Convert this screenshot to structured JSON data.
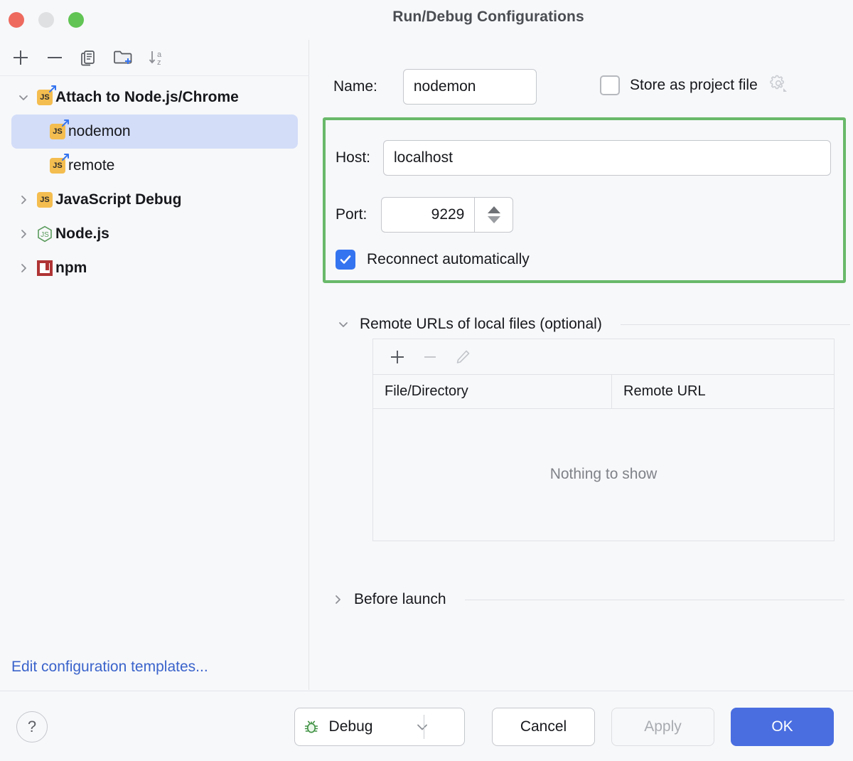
{
  "window": {
    "title": "Run/Debug Configurations",
    "traffic_lights": [
      "close-red",
      "minimize-yellow",
      "zoom-green"
    ]
  },
  "sidebar": {
    "toolbar": [
      {
        "name": "add-configuration-button",
        "icon": "plus-icon"
      },
      {
        "name": "remove-configuration-button",
        "icon": "minus-icon"
      },
      {
        "name": "copy-configuration-button",
        "icon": "copy-icon"
      },
      {
        "name": "new-folder-button",
        "icon": "folder-plus-icon"
      },
      {
        "name": "sort-alphabetically-button",
        "icon": "sort-az-icon"
      }
    ],
    "tree": [
      {
        "label": "Attach to Node.js/Chrome",
        "icon": "js-attach-icon",
        "level": 0,
        "expanded": true,
        "bold": true,
        "selected": false,
        "twisty": "chevron-down-icon"
      },
      {
        "label": "nodemon",
        "icon": "js-attach-icon",
        "level": 1,
        "expanded": null,
        "bold": false,
        "selected": true,
        "twisty": ""
      },
      {
        "label": "remote",
        "icon": "js-attach-icon",
        "level": 1,
        "expanded": null,
        "bold": false,
        "selected": false,
        "twisty": ""
      },
      {
        "label": "JavaScript Debug",
        "icon": "js-icon",
        "level": 0,
        "expanded": false,
        "bold": true,
        "selected": false,
        "twisty": "chevron-right-icon"
      },
      {
        "label": "Node.js",
        "icon": "nodejs-icon",
        "level": 0,
        "expanded": false,
        "bold": true,
        "selected": false,
        "twisty": "chevron-right-icon"
      },
      {
        "label": "npm",
        "icon": "npm-icon",
        "level": 0,
        "expanded": false,
        "bold": true,
        "selected": false,
        "twisty": "chevron-right-icon"
      }
    ],
    "edit_templates_link": "Edit configuration templates..."
  },
  "form": {
    "name_label": "Name:",
    "name_value": "nodemon",
    "store_as_project_file_label": "Store as project file",
    "store_as_project_file_checked": false,
    "store_gear_icon": "gear-icon",
    "host_label": "Host:",
    "host_value": "localhost",
    "port_label": "Port:",
    "port_value": "9229",
    "reconnect_label": "Reconnect automatically",
    "reconnect_checked": true,
    "highlight_color": "#69b96a"
  },
  "remote_urls": {
    "section_title": "Remote URLs of local files (optional)",
    "expanded": true,
    "toolbar": [
      {
        "name": "add-mapping-button",
        "icon": "plus-icon",
        "enabled": true
      },
      {
        "name": "remove-mapping-button",
        "icon": "minus-icon",
        "enabled": false
      },
      {
        "name": "edit-mapping-button",
        "icon": "pencil-icon",
        "enabled": false
      }
    ],
    "columns": [
      "File/Directory",
      "Remote URL"
    ],
    "rows": [],
    "empty_text": "Nothing to show"
  },
  "before_launch": {
    "section_title": "Before launch",
    "expanded": false
  },
  "footer": {
    "help_label": "?",
    "debug_label": "Debug",
    "debug_icon": "bug-icon",
    "debug_dropdown_icon": "chevron-down-icon",
    "cancel_label": "Cancel",
    "apply_label": "Apply",
    "apply_enabled": false,
    "ok_label": "OK",
    "ok_color": "#4a6ee0"
  }
}
